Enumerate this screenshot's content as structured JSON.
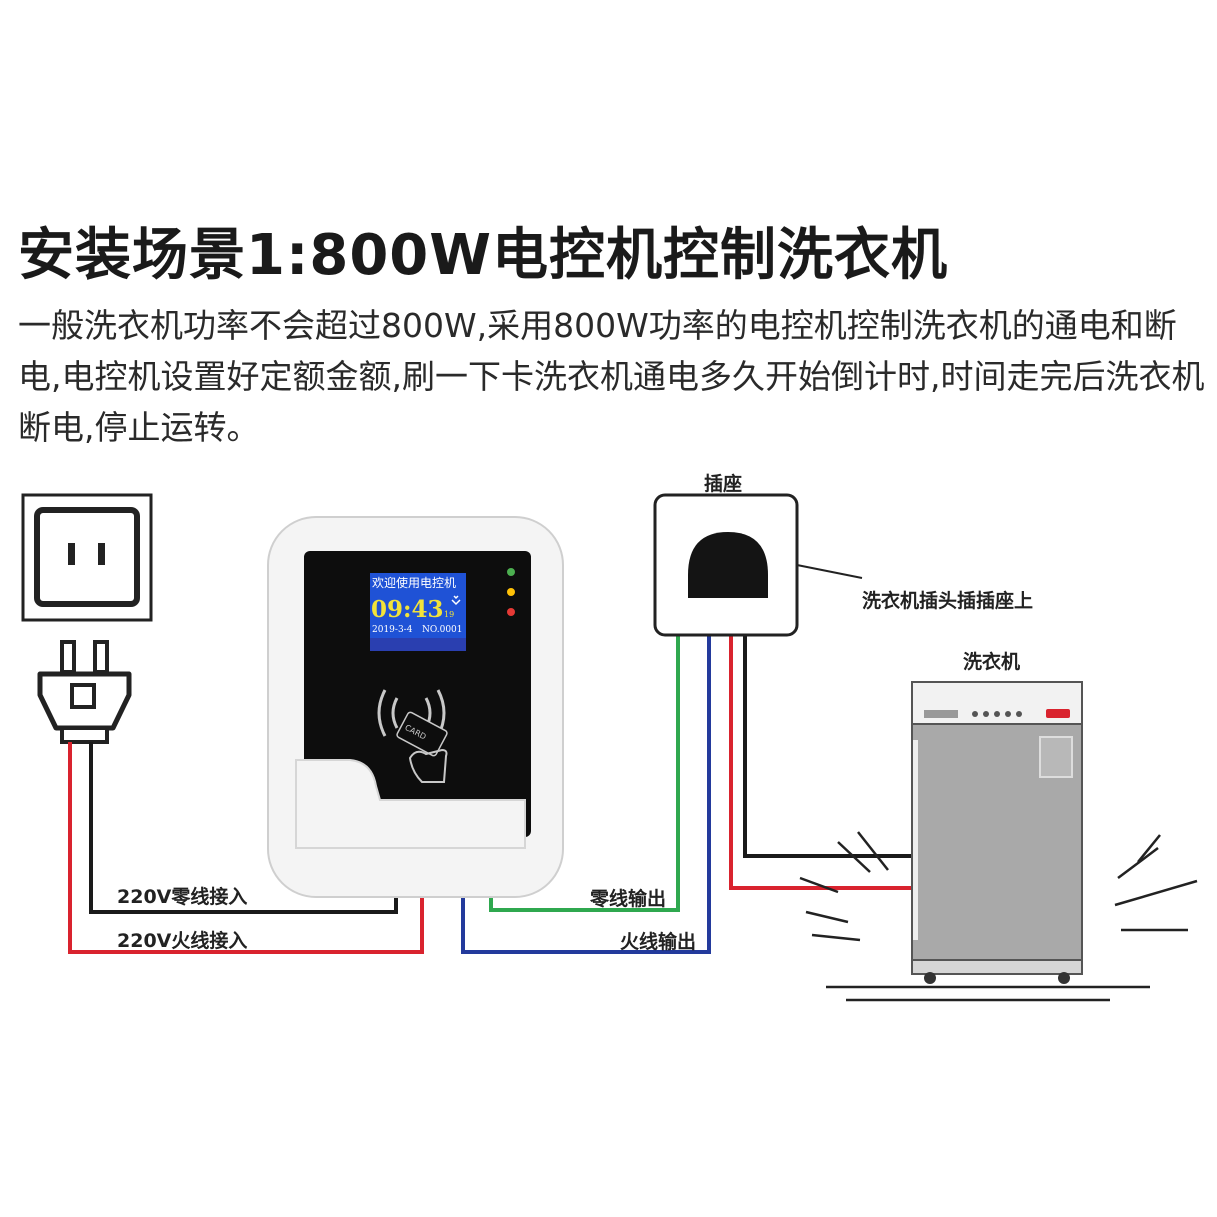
{
  "title": "安装场景1:800W电控机控制洗衣机",
  "description": "一般洗衣机功率不会超过800W,采用800W功率的电控机控制洗衣机的通电和断电,电控机设置好定额金额,刷一下卡洗衣机通电多久开始倒计时,时间走完后洗衣机断电,停止运转。",
  "labels": {
    "socket": "插座",
    "plug_note": "洗衣机插头插插座上",
    "washer": "洗衣机",
    "neutral_in": "220V零线接入",
    "live_in": "220V火线接入",
    "neutral_out": "零线输出",
    "live_out": "火线输出"
  },
  "device_screen": {
    "header": "欢迎使用电控机",
    "time": "09:43",
    "seconds": "19",
    "date": "2019-3-4",
    "number": "NO.0001",
    "card_text": "CARD"
  },
  "colors": {
    "neutral_wire": "#1a1a1a",
    "live_wire": "#d9232e",
    "neutral_out_wire": "#2fa84f",
    "live_out_wire": "#233a9c",
    "screen_bg": "#1f52d6",
    "time_color": "#f2e33a"
  },
  "icons": [
    "wall-outlet-icon",
    "power-plug-icon",
    "rfid-wave-icon",
    "card-hand-icon",
    "washing-machine-icon"
  ]
}
